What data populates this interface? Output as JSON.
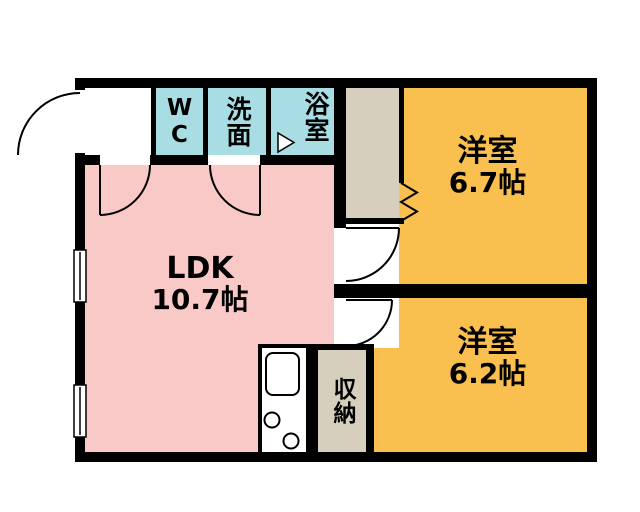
{
  "floor_plan": {
    "rooms": {
      "entry": {
        "label": ""
      },
      "wc": {
        "label": "WC"
      },
      "washroom": {
        "label": "洗面"
      },
      "bathroom": {
        "label": "浴室"
      },
      "ldk": {
        "label": "LDK",
        "size": "10.7帖"
      },
      "western_room_1": {
        "label": "洋室",
        "size": "6.7帖"
      },
      "western_room_2": {
        "label": "洋室",
        "size": "6.2帖"
      },
      "storage": {
        "label": "収納"
      }
    },
    "colors": {
      "water_rooms": "#a9dde4",
      "ldk": "#f8c9c6",
      "western_rooms": "#f9bf4f",
      "hallway": "#d6cfbd",
      "walls": "#000000",
      "background": "#ffffff"
    },
    "symbols": {
      "door_swing": "quarter-circle-arc",
      "folding_door": "zigzag-line",
      "window": "white-gap-with-line",
      "bath_door": "triangle",
      "stove": "two-circles",
      "sink": "rounded-rect"
    }
  }
}
